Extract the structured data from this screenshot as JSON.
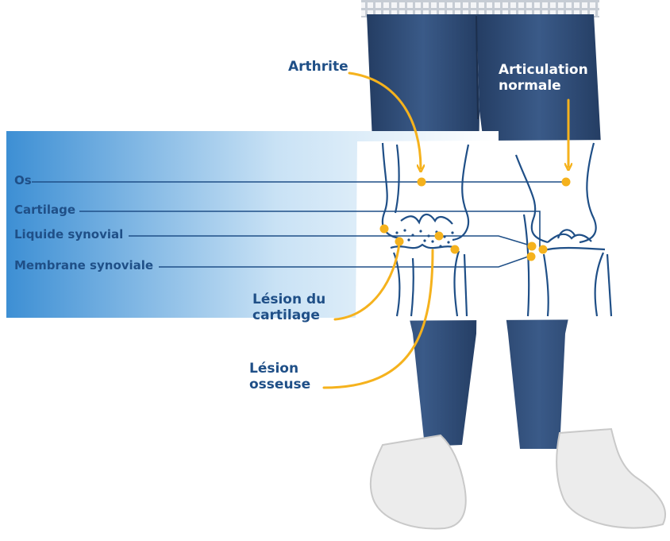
{
  "labels": {
    "arthrite": "Arthrite",
    "articulation_normale_line1": "Articulation",
    "articulation_normale_line2": "normale",
    "os": "Os",
    "cartilage": "Cartilage",
    "liquide_synovial": "Liquide synovial",
    "membrane_synoviale": "Membrane synoviale",
    "lesion_cartilage_line1": "Lésion du",
    "lesion_cartilage_line2": "cartilage",
    "lesion_osseuse_line1": "Lésion",
    "lesion_osseuse_line2": "osseuse"
  },
  "colors": {
    "label_text": "#1f4f87",
    "leader_line": "#1f4f87",
    "arrow_accent": "#f5b21d",
    "band_gradient_start": "#3d8fd4",
    "band_gradient_end": "#ffffff",
    "jeans": "#2f4a73",
    "shirt_check": "#cfd5dc",
    "sneakers": "#ececec"
  }
}
